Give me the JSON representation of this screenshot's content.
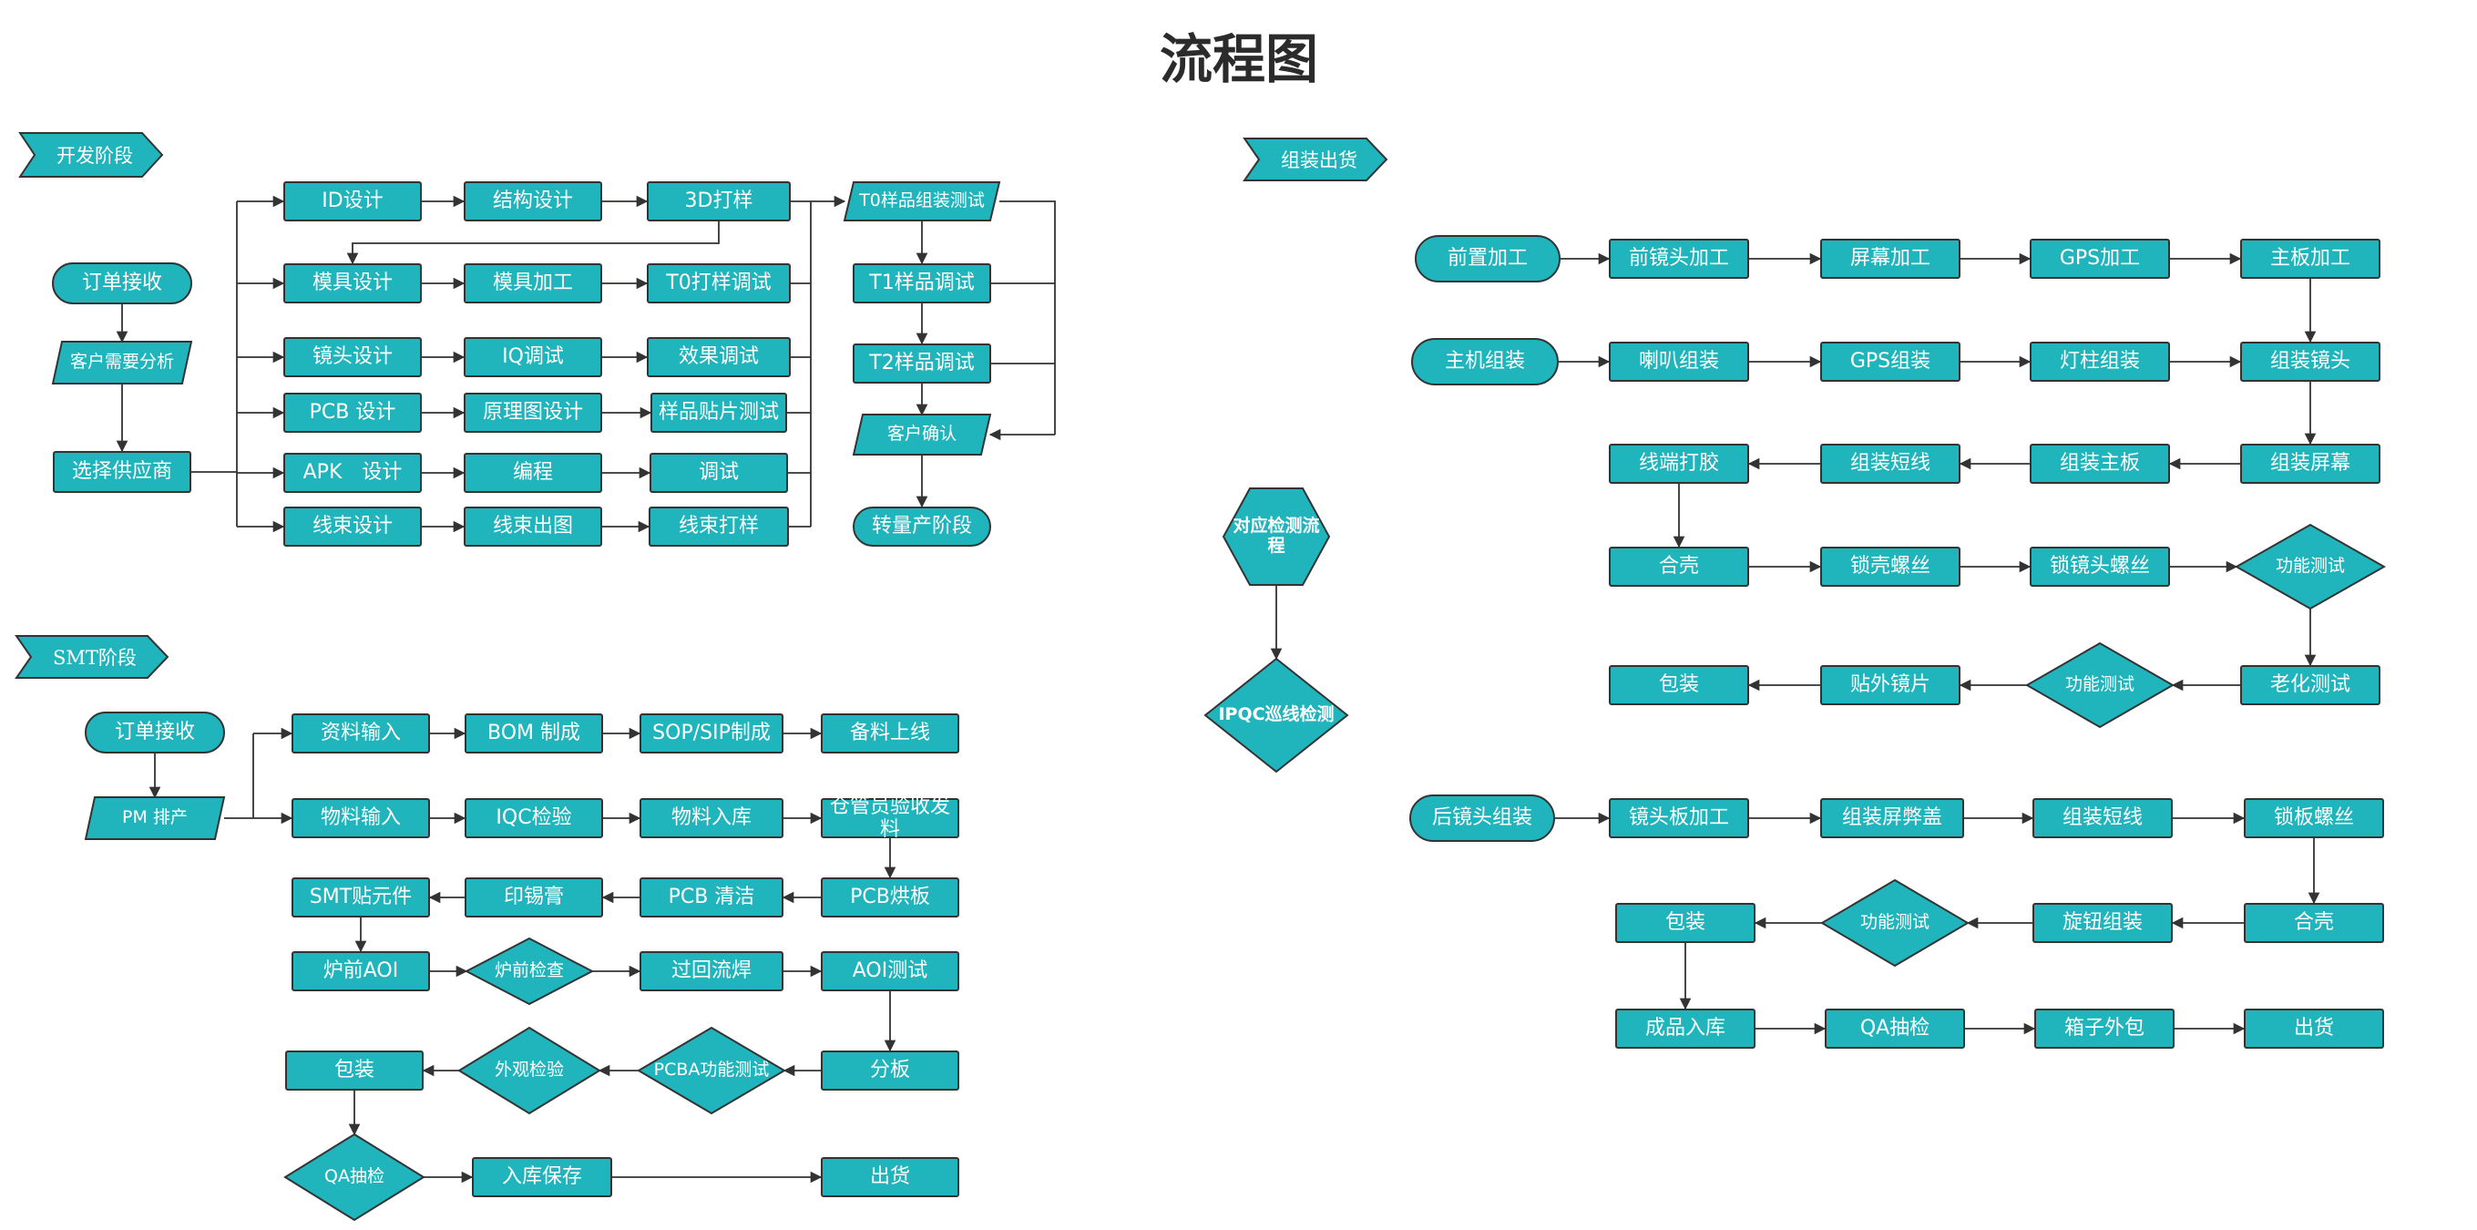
{
  "title": "流程图",
  "sections": {
    "dev": "开发阶段",
    "smt": "SMT阶段",
    "assembly": "组装出货"
  },
  "colors": {
    "fill": "#20b5bc",
    "stroke": "#333333",
    "line": "#333333"
  },
  "nodes": {
    "d_order": "订单接收",
    "d_req": "客户需要分析",
    "d_sup": "选择供应商",
    "d_id": "ID设计",
    "d_struct": "结构设计",
    "d_3d": "3D打样",
    "d_mold": "模具设计",
    "d_moldp": "模具加工",
    "d_t0d": "T0打样调试",
    "d_lens": "镜头设计",
    "d_iq": "IQ调试",
    "d_eff": "效果调试",
    "d_pcb": "PCB 设计",
    "d_sch": "原理图设计",
    "d_smp": "样品贴片测试",
    "d_apk": "APK　设计",
    "d_prog": "编程",
    "d_debug": "调试",
    "d_wire": "线束设计",
    "d_wirep": "线束出图",
    "d_wires": "线束打样",
    "d_t0asm": "T0样品组装测试",
    "d_t1": "T1样品调试",
    "d_t2": "T2样品调试",
    "d_cust": "客户确认",
    "d_mass": "转量产阶段",
    "s_order": "订单接收",
    "s_pm": "PM 排产",
    "s_data": "资料输入",
    "s_bom": "BOM 制成",
    "s_sop": "SOP/SIP制成",
    "s_prep": "备料上线",
    "s_mat": "物料输入",
    "s_iqc": "IQC检验",
    "s_store": "物料入库",
    "s_wh": "仓管员验收发料",
    "s_bake": "PCB烘板",
    "s_clean": "PCB 清洁",
    "s_paste": "印锡膏",
    "s_smt": "SMT贴元件",
    "s_aoi1": "炉前AOI",
    "s_chk": "炉前检查",
    "s_reflow": "过回流焊",
    "s_aoi2": "AOI测试",
    "s_split": "分板",
    "s_pcba": "PCBA功能测试",
    "s_look": "外观检验",
    "s_pack": "包装",
    "s_qa": "QA抽检",
    "s_keep": "入库保存",
    "s_ship": "出货",
    "m_ipqc1": "对应检测流程",
    "m_ipqc2": "IPQC巡线检测",
    "a_pre": "前置加工",
    "a_flens": "前镜头加工",
    "a_scr": "屏幕加工",
    "a_gps": "GPS加工",
    "a_mb": "主板加工",
    "a_host": "主机组装",
    "a_spk": "喇叭组装",
    "a_gpsa": "GPS组装",
    "a_lamp": "灯柱组装",
    "a_lensa": "组装镜头",
    "a_glue": "线端打胶",
    "a_short": "组装短线",
    "a_mba": "组装主板",
    "a_scra": "组装屏幕",
    "a_shell": "合壳",
    "a_lockshell": "锁壳螺丝",
    "a_locklens": "锁镜头螺丝",
    "a_func1": "功能测试",
    "a_pack1": "包装",
    "a_film": "贴外镜片",
    "a_func2": "功能测试",
    "a_aging": "老化测试",
    "a_rear": "后镜头组装",
    "a_lensb": "镜头板加工",
    "a_cover": "组装屏弊盖",
    "a_short2": "组装短线",
    "a_lockb": "锁板螺丝",
    "a_pack2": "包装",
    "a_func3": "功能测试",
    "a_knob": "旋钮组装",
    "a_shell2": "合壳",
    "a_fin": "成品入库",
    "a_qa": "QA抽检",
    "a_box": "箱子外包",
    "a_ship": "出货"
  }
}
